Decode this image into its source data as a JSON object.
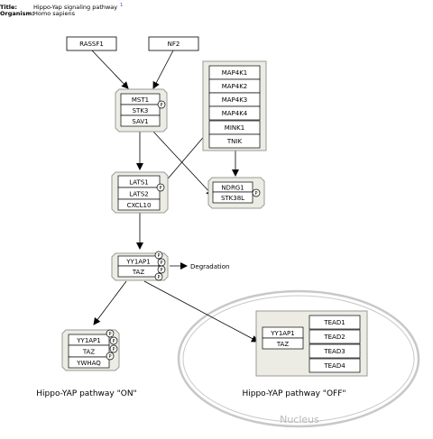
{
  "header": {
    "title_label": "Title:",
    "title_value": "Hippo-Yap signaling pathway",
    "title_link": "1",
    "organism_label": "Organism:",
    "organism_value": "Homo sapiens"
  },
  "nodes": {
    "rassf1": "RASSF1",
    "nf2": "NF2",
    "mst1": "MST1",
    "stk3": "STK3",
    "sav1": "SAV1",
    "map4k1": "MAP4K1",
    "map4k2": "MAP4K2",
    "map4k3": "MAP4K3",
    "map4k4": "MAP4K4",
    "mink1": "MINK1",
    "tnik": "TNIK",
    "lats1": "LATS1",
    "lats2": "LATS2",
    "cxcl10": "CXCL10",
    "ndrg1": "NDRG1",
    "stk38l": "STK38L",
    "yy1ap1_mid": "YY1AP1",
    "taz_mid": "TAZ",
    "yy1ap1_on": "YY1AP1",
    "taz_on": "TAZ",
    "ywhaq": "YWHAQ",
    "yy1ap1_off": "YY1AP1",
    "taz_off": "TAZ",
    "tead1": "TEAD1",
    "tead2": "TEAD2",
    "tead3": "TEAD3",
    "tead4": "TEAD4"
  },
  "labels": {
    "degradation": "Degradation",
    "pathway_on": "Hippo-YAP pathway \"ON\"",
    "pathway_off": "Hippo-YAP pathway \"OFF\"",
    "nucleus": "Nucleus",
    "phospho": "P"
  },
  "colors": {
    "complex_fill": "#ecece4",
    "complex_border": "#9a9a9a",
    "nucleus_border": "#c8c8c8",
    "line": "#000000",
    "link": "#2a4bd7"
  }
}
